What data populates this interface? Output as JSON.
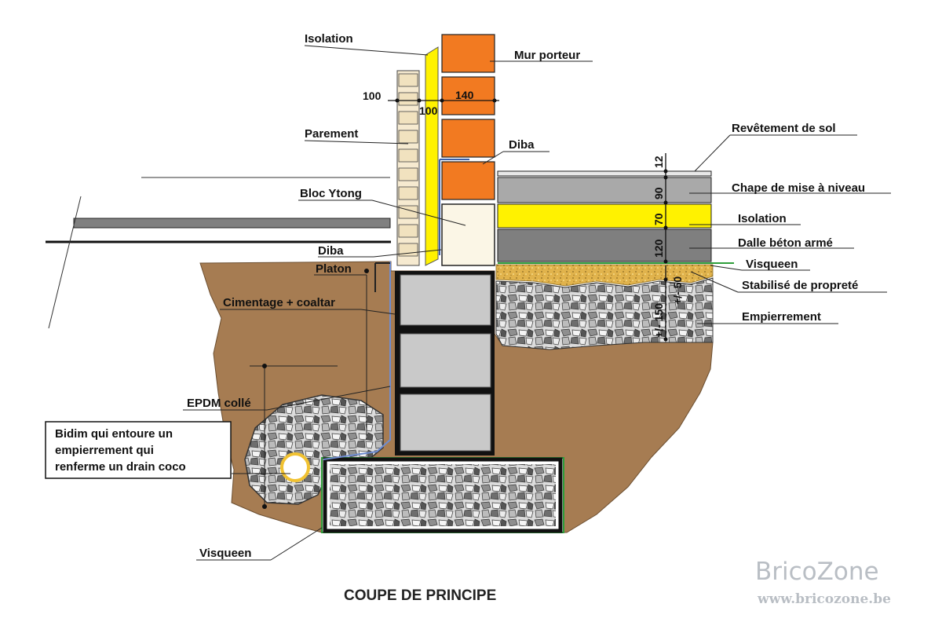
{
  "title": "COUPE DE PRINCIPE",
  "labels": {
    "isolation_wall": "Isolation",
    "mur_porteur": "Mur porteur",
    "parement": "Parement",
    "diba_top": "Diba",
    "revetement": "Revêtement de sol",
    "bloc_ytong": "Bloc Ytong",
    "chape": "Chape de mise à niveau",
    "isolation_floor": "Isolation",
    "dalle": "Dalle béton armé",
    "diba_bottom": "Diba",
    "platon": "Platon",
    "visqueen_floor": "Visqueen",
    "stabilise": "Stabilisé de propreté",
    "cimentage": "Cimentage + coaltar",
    "empierrement": "Empierrement",
    "epdm": "EPDM collé",
    "bidim_line1": "Bidim qui entoure un",
    "bidim_line2": "empierrement qui",
    "bidim_line3": "renferme un drain coco",
    "visqueen_footing": "Visqueen"
  },
  "dimensions": {
    "parement_width": "100",
    "isolation_width": "100",
    "wall_width": "140",
    "revetement": "12",
    "chape": "90",
    "isolation": "70",
    "dalle": "120",
    "stabilise": "+/- 50",
    "empierrement": "+/- 150"
  },
  "watermark": {
    "brand": "BricoZone",
    "url": "www.bricozone.be"
  },
  "colors": {
    "brick": "#f27a21",
    "insulation": "#fff200",
    "concrete": "#7f7f7f",
    "chape": "#a9a9a9",
    "soil": "#a77c52",
    "sand": "#e0b24a",
    "ytong": "#fbf6e6",
    "block": "#c9c9c9",
    "visqueen": "#2e9e3a"
  }
}
